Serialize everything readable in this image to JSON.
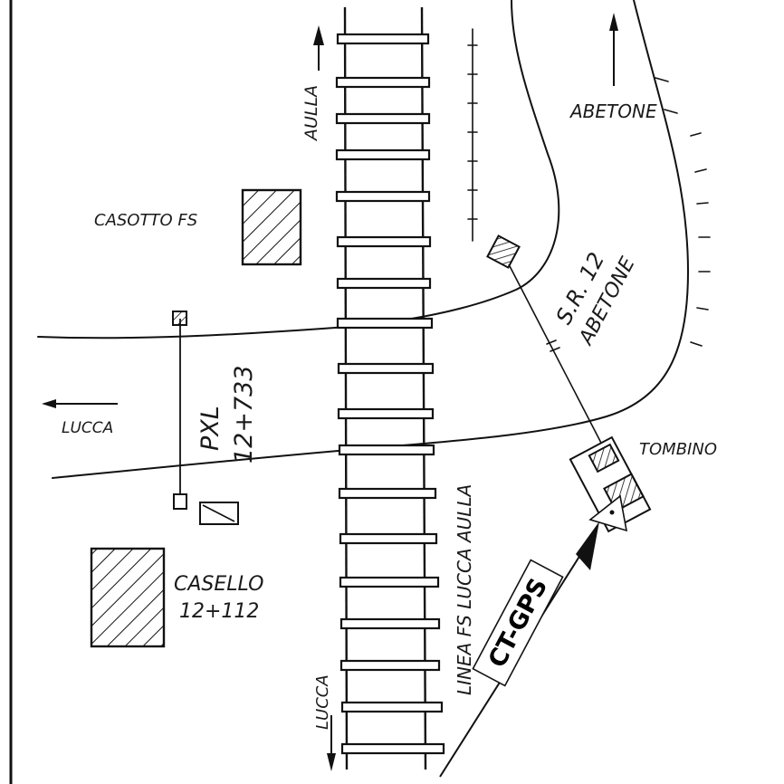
{
  "labels": {
    "aulla_top": "AULLA",
    "abetone_top": "ABETONE",
    "casotto": "CASOTTO FS",
    "sr": "S.R. 12",
    "sr_abetone": "ABETONE",
    "pxl": "PXL",
    "pxl_km": "12+733",
    "lucca_left": "LUCCA",
    "tombino": "TOMBINO",
    "casello": "CASELLO",
    "casello_km": "12+112",
    "linea": "LINEA FS LUCCA AULLA",
    "lucca_bottom": "LUCCA",
    "ctgps": "CT-GPS"
  },
  "colors": {
    "ink": "#111111",
    "paper": "#ffffff"
  }
}
